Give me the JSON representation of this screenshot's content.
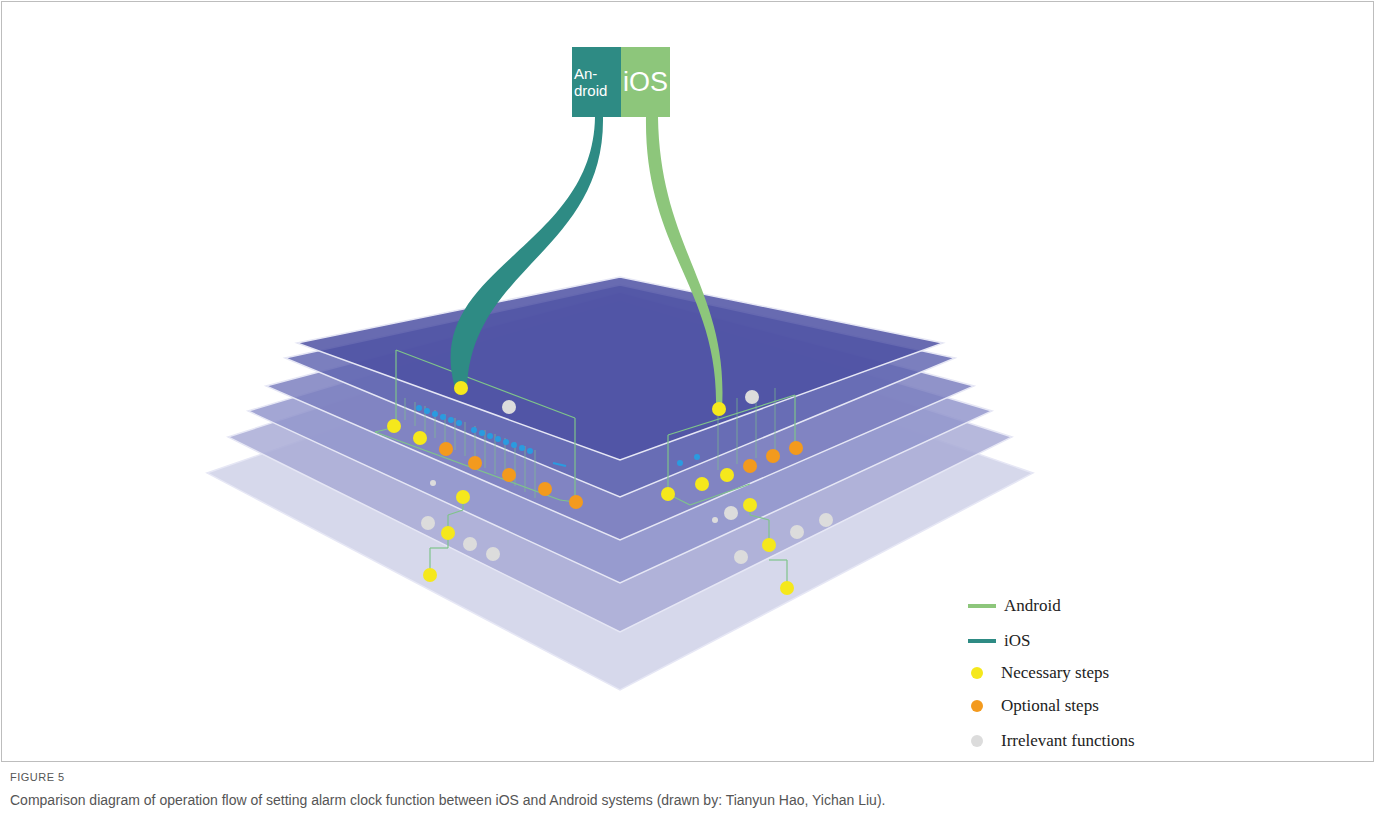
{
  "diagram": {
    "caption": "Comparison diagram of operation flow of setting alarm clock function between iOS and Android systems (drawn by: Tianyun Hao, Yichan Liu).",
    "nodes": [
      {
        "text": [
          "An- droid"
        ]
      },
      {
        "text": [
          "iOS"
        ]
      }
    ],
    "labels": [
      "FIGURE 5"
    ],
    "legend": [
      {
        "text": "Android"
      },
      {
        "text": "iOS"
      },
      {
        "text": "Necessary steps",
        "color": "#f5e81c"
      },
      {
        "text": "Optional steps",
        "color": "#f39a1e"
      },
      {
        "text": "Irrelevant functions",
        "color": "#dcdcdc"
      }
    ]
  }
}
